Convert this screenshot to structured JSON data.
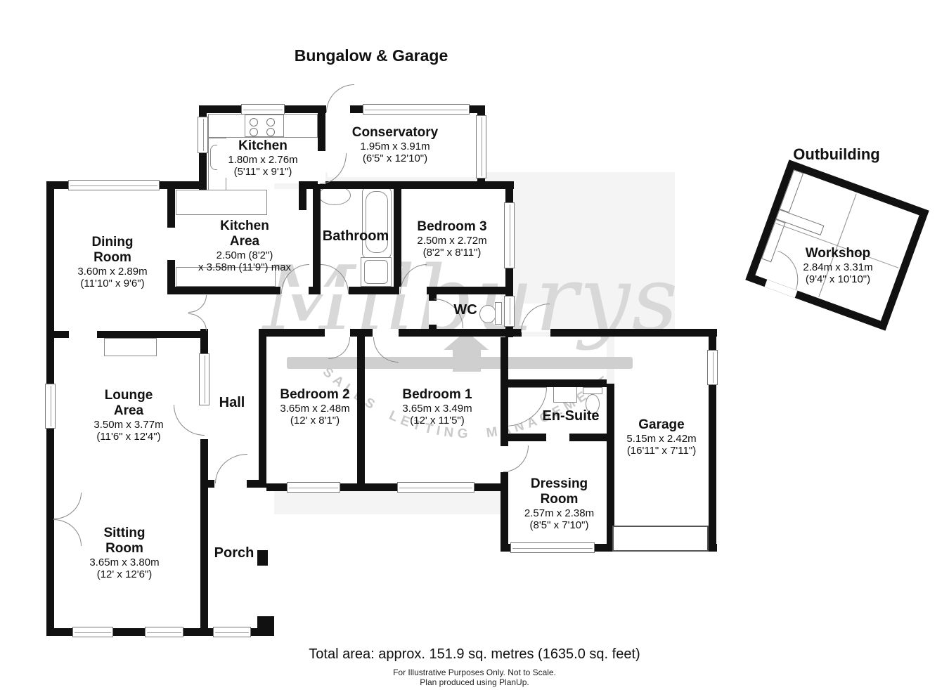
{
  "titles": {
    "main": "Bungalow & Garage",
    "outbuilding": "Outbuilding"
  },
  "rooms": {
    "kitchen": {
      "name": "Kitchen",
      "metric": "1.80m x 2.76m",
      "imperial": "(5'11\" x 9'1\")"
    },
    "conservatory": {
      "name": "Conservatory",
      "metric": "1.95m x 3.91m",
      "imperial": "(6'5\" x 12'10\")"
    },
    "dining_room": {
      "name": "Dining\nRoom",
      "metric": "3.60m x 2.89m",
      "imperial": "(11'10\" x 9'6\")"
    },
    "kitchen_area": {
      "name": "Kitchen\nArea",
      "metric": "2.50m (8'2\")",
      "imperial": "x 3.58m (11'9\") max"
    },
    "bathroom": {
      "name": "Bathroom"
    },
    "bedroom3": {
      "name": "Bedroom 3",
      "metric": "2.50m x 2.72m",
      "imperial": "(8'2\" x 8'11\")"
    },
    "wc": {
      "name": "WC"
    },
    "lounge_area": {
      "name": "Lounge\nArea",
      "metric": "3.50m x 3.77m",
      "imperial": "(11'6\" x 12'4\")"
    },
    "hall": {
      "name": "Hall"
    },
    "bedroom2": {
      "name": "Bedroom 2",
      "metric": "3.65m x 2.48m",
      "imperial": "(12' x 8'1\")"
    },
    "bedroom1": {
      "name": "Bedroom 1",
      "metric": "3.65m x 3.49m",
      "imperial": "(12' x 11'5\")"
    },
    "en_suite": {
      "name": "En-Suite"
    },
    "garage": {
      "name": "Garage",
      "metric": "5.15m x 2.42m",
      "imperial": "(16'11\" x 7'11\")"
    },
    "dressing_room": {
      "name": "Dressing\nRoom",
      "metric": "2.57m x 2.38m",
      "imperial": "(8'5\" x 7'10\")"
    },
    "sitting_room": {
      "name": "Sitting\nRoom",
      "metric": "3.65m x 3.80m",
      "imperial": "(12' x 12'6\")"
    },
    "porch": {
      "name": "Porch"
    },
    "workshop": {
      "name": "Workshop",
      "metric": "2.84m x 3.31m",
      "imperial": "(9'4\" x 10'10\")"
    }
  },
  "watermark": {
    "brand": "Milburys",
    "tagline": "SALES  LETTING  MANAGEMENT"
  },
  "footer": {
    "total_area": "Total area: approx. 151.9 sq. metres (1635.0 sq. feet)",
    "disclaimer": "For Illustrative Purposes Only. Not to Scale.",
    "credit": "Plan produced using PlanUp."
  },
  "colors": {
    "wall": "#111111",
    "backdrop": "#f4f4f4",
    "watermark": "#d8d8d8"
  }
}
